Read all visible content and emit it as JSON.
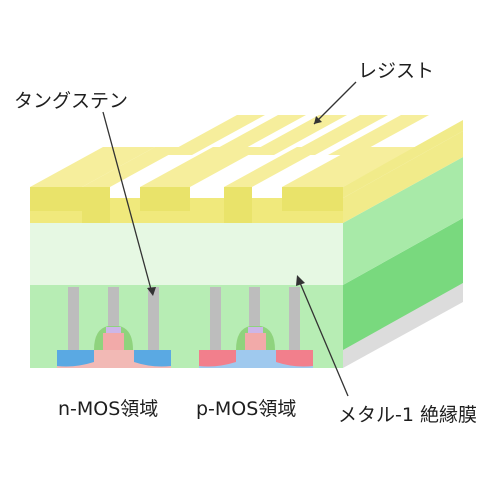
{
  "labels": {
    "resist": "レジスト",
    "tungsten": "タングステン",
    "nmos": "n-MOS領域",
    "pmos": "p-MOS領域",
    "metal_insulator": "メタル-1 絶縁膜"
  },
  "colors": {
    "resist_top": "#f6ee9c",
    "resist_front": "#e9e36a",
    "resist_side": "#f1eb8a",
    "resist_layer_front": "#f0e97c",
    "resist_layer_side": "#f5f0a0",
    "insulator_front": "#e6f8e3",
    "insulator_side": "#a8eaa8",
    "lower_front": "#b7edb4",
    "lower_side": "#79d97e",
    "tungsten_plug": "#bdbdbd",
    "n_diffusion": "#5aa9e3",
    "p_substrate": "#f2b9b5",
    "p_diffusion": "#f27f8c",
    "n_well": "#9fc9ee",
    "gate": "#f2aaa9",
    "gate_top": "#cdb6e8",
    "gate_spacer": "#8fd37d",
    "base_side": "#dcdcdc",
    "leader": "#333333"
  }
}
